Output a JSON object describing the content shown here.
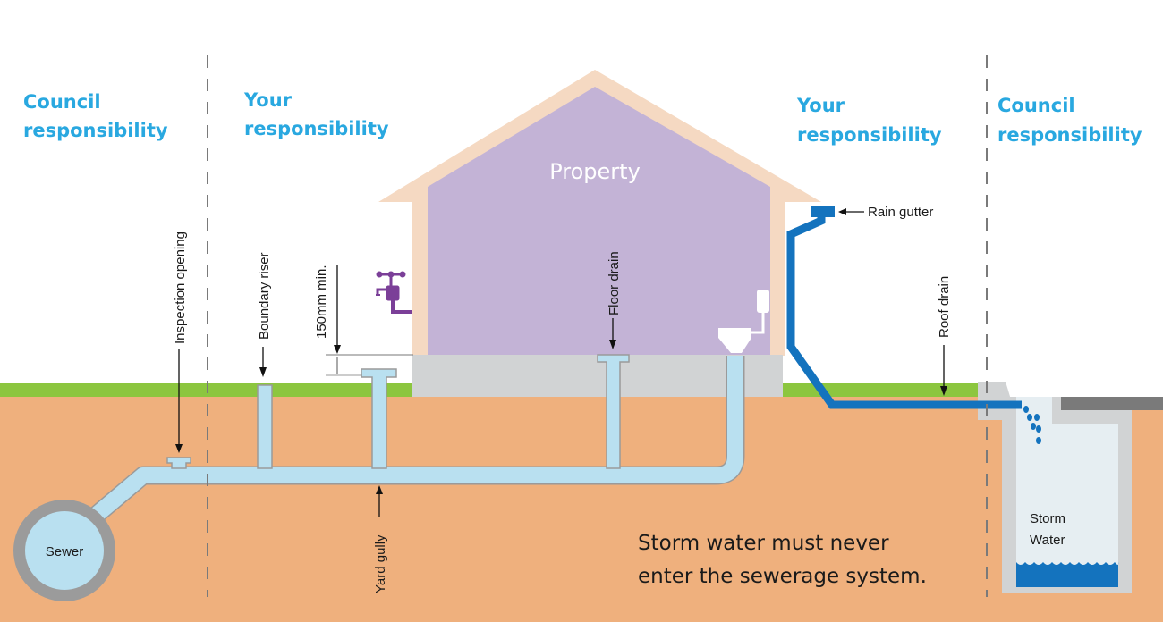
{
  "diagram": {
    "title": "Property drainage responsibility diagram",
    "zones": [
      {
        "id": "council-left",
        "line1": "Council",
        "line2": "responsibility"
      },
      {
        "id": "your-left",
        "line1": "Your",
        "line2": "responsibility"
      },
      {
        "id": "your-right",
        "line1": "Your",
        "line2": "responsibility"
      },
      {
        "id": "council-right",
        "line1": "Council",
        "line2": "responsibility"
      }
    ],
    "property_label": "Property",
    "callouts": {
      "inspection_opening": "Inspection opening",
      "boundary_riser": "Boundary riser",
      "min_height": "150mm min.",
      "floor_drain": "Floor drain",
      "rain_gutter": "Rain gutter",
      "roof_drain": "Roof drain",
      "yard_gully": "Yard gully"
    },
    "sewer_label": "Sewer",
    "storm_water_label_line1": "Storm",
    "storm_water_label_line2": "Water",
    "warning_line1": "Storm water must never",
    "warning_line2": "enter the sewerage system.",
    "colors": {
      "heading": "#29a8e0",
      "soil": "#efb07d",
      "grass": "#8cc63f",
      "house_wall": "#f5d9c2",
      "house_interior": "#c3b3d6",
      "foundation": "#d1d3d4",
      "sewer_pipe": "#b9e0f0",
      "storm_pipe": "#1473be",
      "tap": "#7b3f98",
      "sewer_ring": "#9b9b9b"
    }
  }
}
